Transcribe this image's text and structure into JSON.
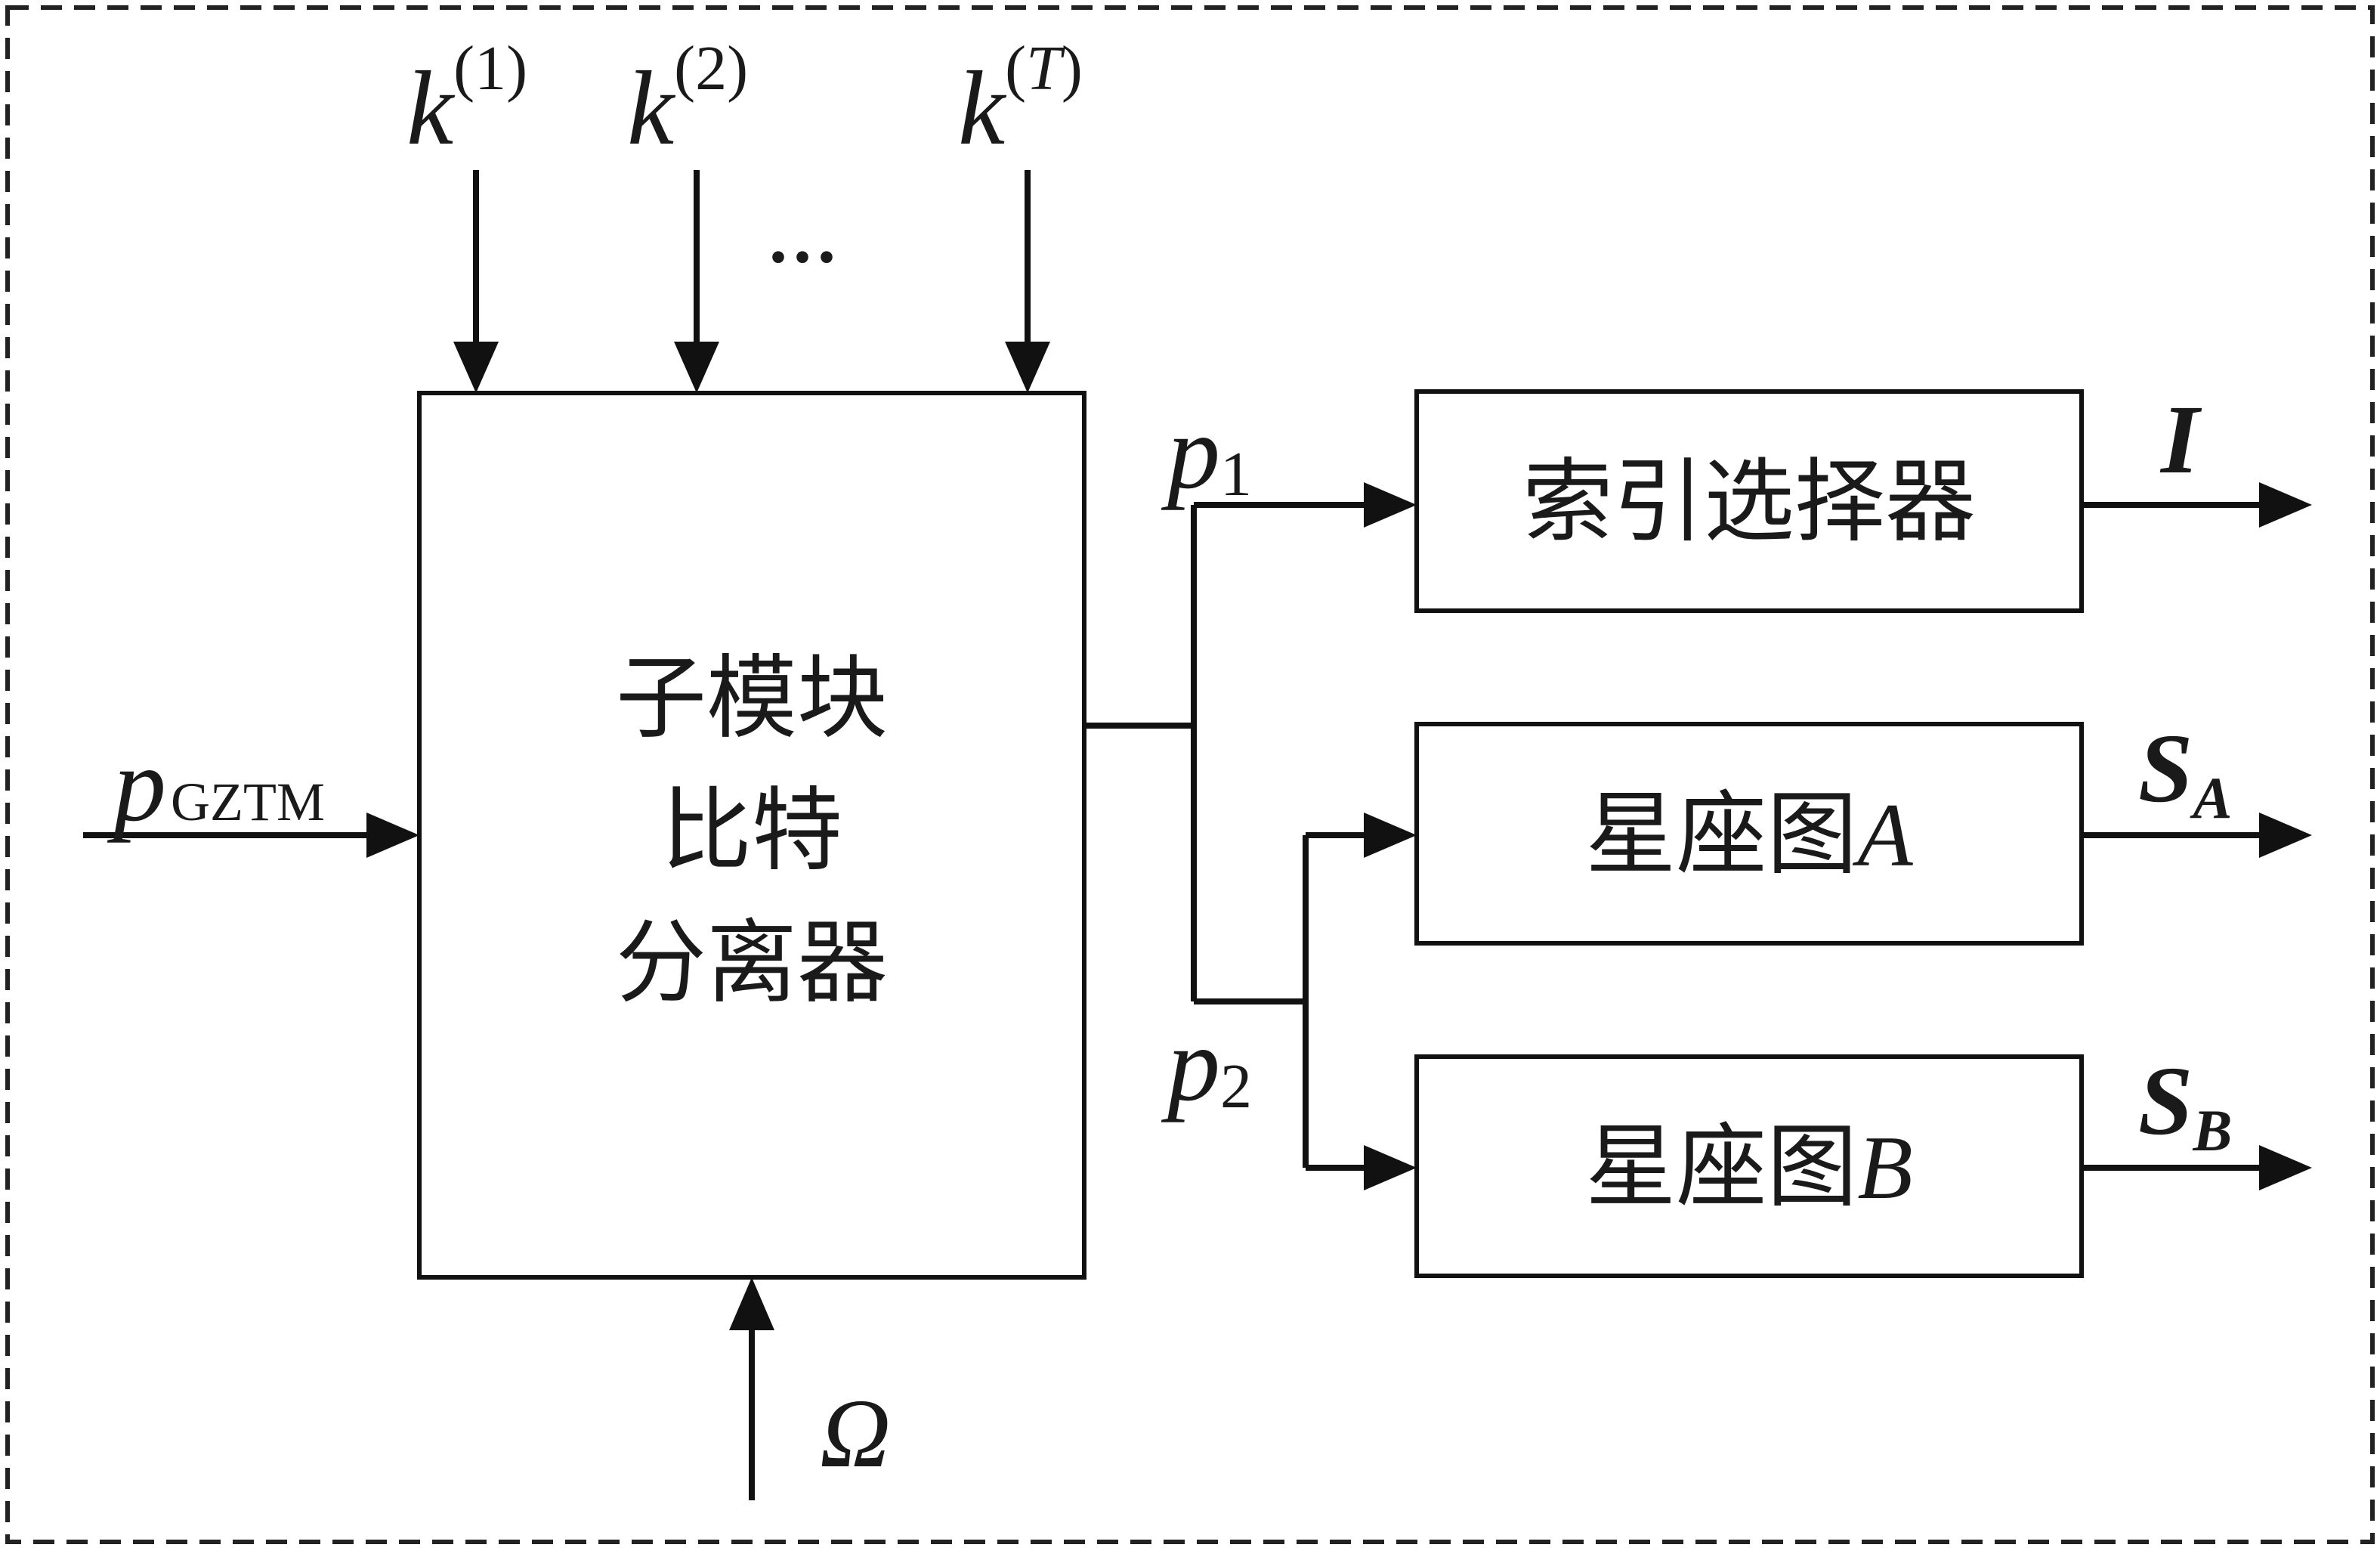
{
  "splitter": {
    "line1": "子模块",
    "line2": "比特",
    "line3": "分离器"
  },
  "index_selector": {
    "label": "索引选择器"
  },
  "constellation_a": {
    "label": "星座图",
    "symbol": "A"
  },
  "constellation_b": {
    "label": "星座图",
    "symbol": "B"
  },
  "inputs": {
    "p_gztm": {
      "base": "p",
      "sub": "GZTM"
    },
    "k1": {
      "base": "k",
      "sup": "(1)"
    },
    "k2": {
      "base": "k",
      "sup": "(2)"
    },
    "kT_base": "k",
    "kT_sup_open": "(",
    "kT_sup_var": "T",
    "kT_sup_close": ")",
    "ellipsis": "···",
    "omega": "Ω"
  },
  "signals": {
    "p1": {
      "base": "p",
      "sub": "1"
    },
    "p2": {
      "base": "p",
      "sub": "2"
    }
  },
  "outputs": {
    "I": "I",
    "SA": {
      "base": "S",
      "sub": "A"
    },
    "SB": {
      "base": "S",
      "sub": "B"
    }
  },
  "colors": {
    "stroke": "#111111",
    "text": "#1a1a1a",
    "background": "#ffffff"
  }
}
